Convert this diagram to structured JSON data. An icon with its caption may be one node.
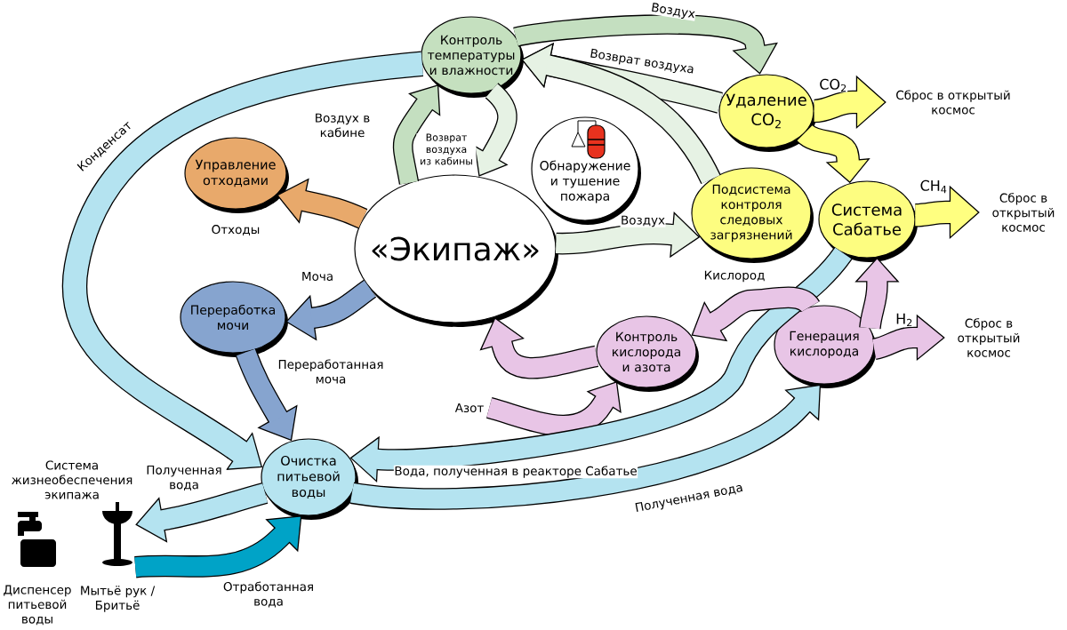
{
  "diagram": {
    "nodes": [
      {
        "text": [
          "Контроль температуры и влажности"
        ]
      },
      {
        "text": [
          "Удаление CO$_{2}$"
        ]
      },
      {
        "text": [
          "Сброс в открытый космос"
        ]
      },
      {
        "text": [
          "Управление отходами"
        ]
      },
      {
        "text": [
          "Обнаружение и тушение пожара"
        ]
      },
      {
        "text": [
          "«Экипаж»"
        ]
      },
      {
        "text": [
          "Подсистема контроля следовых загрязнений"
        ]
      },
      {
        "text": [
          "Система Сабатье"
        ]
      },
      {
        "text": [
          "Сброс в открытый космос"
        ]
      },
      {
        "text": [
          "Переработка мочи"
        ]
      },
      {
        "text": [
          "Контроль кислорода и азота"
        ]
      },
      {
        "text": [
          "Генерация кислорода"
        ]
      },
      {
        "text": [
          "Сброс в открытый космос"
        ]
      },
      {
        "text": [
          "Азот"
        ]
      },
      {
        "text": [
          "Очистка питьевой воды"
        ]
      },
      {
        "text": [],
        "shape": "picture",
        "beside": [
          "Диспенсер питьевой воды"
        ]
      },
      {
        "text": [],
        "shape": "picture",
        "beside": [
          "Мытьё рук / Бритьё"
        ]
      }
    ],
    "edges": [
      {
        "from": 5,
        "to": 0,
        "arrow": "to",
        "label": "Воздух в кабине",
        "color": "#c4dfc0"
      },
      {
        "from": 0,
        "to": 5,
        "arrow": "to",
        "label": "Возврат воздуха из кабины",
        "color": "#e6f2e4"
      },
      {
        "from": 0,
        "to": 1,
        "arrow": "to",
        "label": "Воздух",
        "color": "#c4dfc0"
      },
      {
        "from": 1,
        "to": 0,
        "arrow": "to",
        "label": "Возврат воздуха",
        "color": "#e6f2e4"
      },
      {
        "from": 6,
        "to": 0,
        "arrow": "to",
        "color": "#e6f2e4"
      },
      {
        "from": 5,
        "to": 6,
        "arrow": "to",
        "label": "Воздух",
        "color": "#e6f2e4"
      },
      {
        "from": 1,
        "to": 2,
        "arrow": "to",
        "label": "CO$_{2}$",
        "color": "#ffff80"
      },
      {
        "from": 1,
        "to": 7,
        "arrow": "to",
        "color": "#ffff80"
      },
      {
        "from": 7,
        "to": 8,
        "arrow": "to",
        "label": "CH$_{4}$",
        "color": "#ffff80"
      },
      {
        "from": 11,
        "to": 7,
        "arrow": "to",
        "color": "#e8c5e6"
      },
      {
        "from": 11,
        "to": 12,
        "arrow": "to",
        "label": "H$_{2}$",
        "color": "#e8c5e6"
      },
      {
        "from": 11,
        "to": 10,
        "arrow": "to",
        "label": "Кислород",
        "color": "#e8c5e6"
      },
      {
        "from": 10,
        "to": 5,
        "arrow": "to",
        "color": "#e8c5e6"
      },
      {
        "from": 13,
        "to": 10,
        "arrow": "to",
        "color": "#e8c5e6"
      },
      {
        "from": 7,
        "to": 14,
        "arrow": "to",
        "label": "Вода, полученная в реакторе Сабатье",
        "color": "#b4e3f0"
      },
      {
        "from": 14,
        "to": 11,
        "arrow": "to",
        "label": "Полученная вода",
        "color": "#b4e3f0"
      },
      {
        "from": 9,
        "to": 14,
        "arrow": "to",
        "label": "Переработанная моча",
        "color": "#86a4cf"
      },
      {
        "from": 5,
        "to": 9,
        "arrow": "to",
        "label": "Моча",
        "color": "#86a4cf"
      },
      {
        "from": 5,
        "to": 3,
        "arrow": "to",
        "label": "Отходы",
        "color": "#e8a96b"
      },
      {
        "from": 0,
        "to": 14,
        "arrow": "to",
        "label": "Конденсат",
        "color": "#b4e3f0"
      },
      {
        "from": 14,
        "to": 16,
        "arrow": "to",
        "label": "Полученная вода",
        "color": "#b4e3f0"
      },
      {
        "from": 16,
        "to": 14,
        "arrow": "to",
        "label": "Отработанная вода",
        "color": "#00a3c7"
      }
    ],
    "labels": [
      "Система жизнеобеспечения экипажа"
    ]
  }
}
